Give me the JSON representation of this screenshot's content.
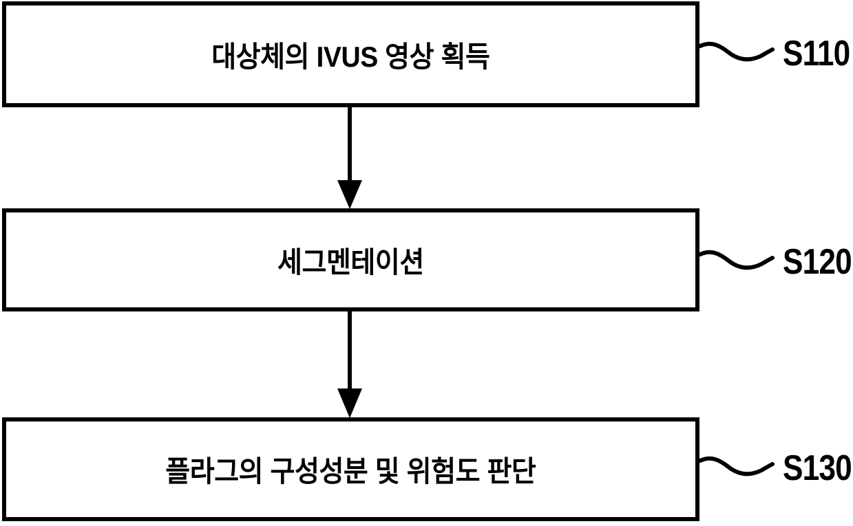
{
  "diagram": {
    "type": "flowchart",
    "orientation": "vertical",
    "steps": [
      {
        "id": "S110",
        "label": "대상체의 IVUS 영상 획득",
        "ref": "S110"
      },
      {
        "id": "S120",
        "label": "세그멘테이션",
        "ref": "S120"
      },
      {
        "id": "S130",
        "label": "플라그의 구성성분 및 위험도 판단",
        "ref": "S130"
      }
    ],
    "connectors": [
      {
        "from": "S110",
        "to": "S120",
        "style": "arrow-down"
      },
      {
        "from": "S120",
        "to": "S130",
        "style": "arrow-down"
      }
    ],
    "colors": {
      "stroke": "#000000",
      "fill": "#ffffff",
      "text": "#000000"
    }
  }
}
